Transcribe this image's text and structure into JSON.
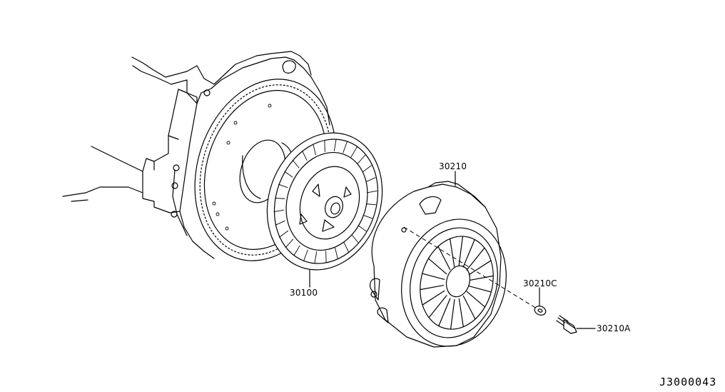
{
  "parts": [
    {
      "id": "clutch-disc",
      "label": "30100"
    },
    {
      "id": "clutch-cover",
      "label": "30210"
    },
    {
      "id": "washer",
      "label": "30210C"
    },
    {
      "id": "bolt",
      "label": "30210A"
    }
  ],
  "diagram_code": "J3000043"
}
